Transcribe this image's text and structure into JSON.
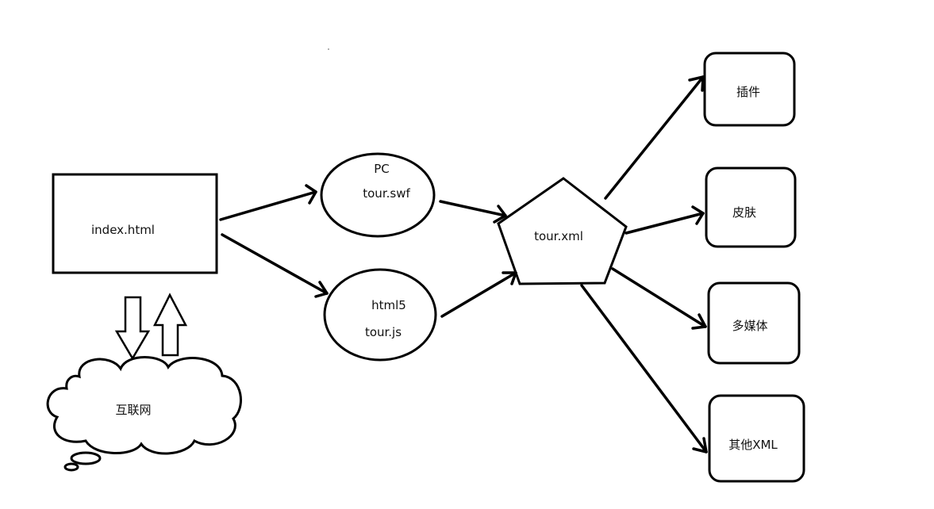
{
  "diagram": {
    "index_node": {
      "label": "index.html"
    },
    "internet_node": {
      "label": "互联网"
    },
    "pc_node": {
      "line1": "PC",
      "line2": "tour.swf"
    },
    "html5_node": {
      "line1": "html5",
      "line2": "tour.js"
    },
    "xml_node": {
      "label": "tour.xml"
    },
    "plugin_node": {
      "label": "插件"
    },
    "skin_node": {
      "label": "皮肤"
    },
    "media_node": {
      "label": "多媒体"
    },
    "other_node": {
      "label": "其他XML"
    }
  },
  "colors": {
    "stroke": "#000000",
    "fill": "#ffffff",
    "text": "#111111"
  }
}
